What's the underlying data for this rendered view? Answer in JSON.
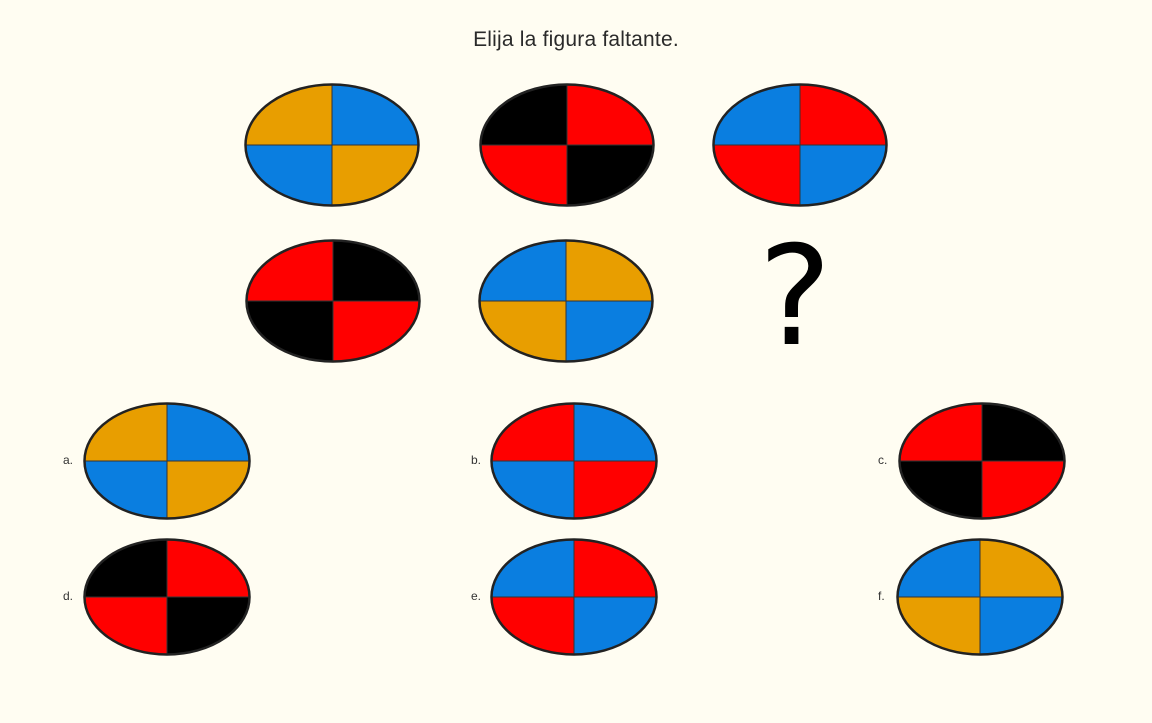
{
  "prompt": "Elija la figura faltante.",
  "colors": {
    "orange": "#e89e00",
    "blue": "#0a7ee0",
    "red": "#ff0000",
    "black": "#000000",
    "outline": "#222222",
    "background": "#fffdf2"
  },
  "question_mark": "?",
  "puzzle": [
    {
      "quadrants": [
        "orange",
        "blue",
        "blue",
        "orange"
      ]
    },
    {
      "quadrants": [
        "black",
        "red",
        "red",
        "black"
      ]
    },
    {
      "quadrants": [
        "blue",
        "red",
        "red",
        "blue"
      ]
    },
    {
      "quadrants": [
        "red",
        "black",
        "black",
        "red"
      ]
    },
    {
      "quadrants": [
        "blue",
        "orange",
        "orange",
        "blue"
      ]
    }
  ],
  "options": [
    {
      "label": "a.",
      "quadrants": [
        "orange",
        "blue",
        "blue",
        "orange"
      ]
    },
    {
      "label": "b.",
      "quadrants": [
        "red",
        "blue",
        "blue",
        "red"
      ]
    },
    {
      "label": "c.",
      "quadrants": [
        "red",
        "black",
        "black",
        "red"
      ]
    },
    {
      "label": "d.",
      "quadrants": [
        "black",
        "red",
        "red",
        "black"
      ]
    },
    {
      "label": "e.",
      "quadrants": [
        "blue",
        "red",
        "red",
        "blue"
      ]
    },
    {
      "label": "f.",
      "quadrants": [
        "blue",
        "orange",
        "orange",
        "blue"
      ]
    }
  ]
}
